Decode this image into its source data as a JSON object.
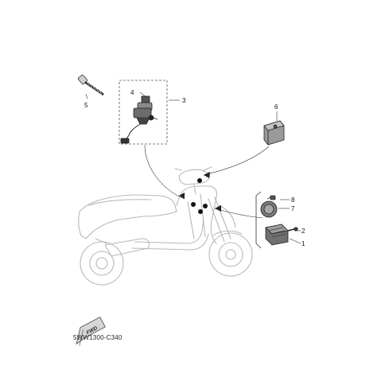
{
  "diagram": {
    "part_code": "5WW1300-C340",
    "fwd_label": "FWD",
    "callouts": {
      "c1": "1",
      "c2": "2",
      "c3": "3",
      "c4": "4",
      "c5": "5",
      "c6": "6",
      "c7": "7",
      "c8": "8"
    }
  }
}
